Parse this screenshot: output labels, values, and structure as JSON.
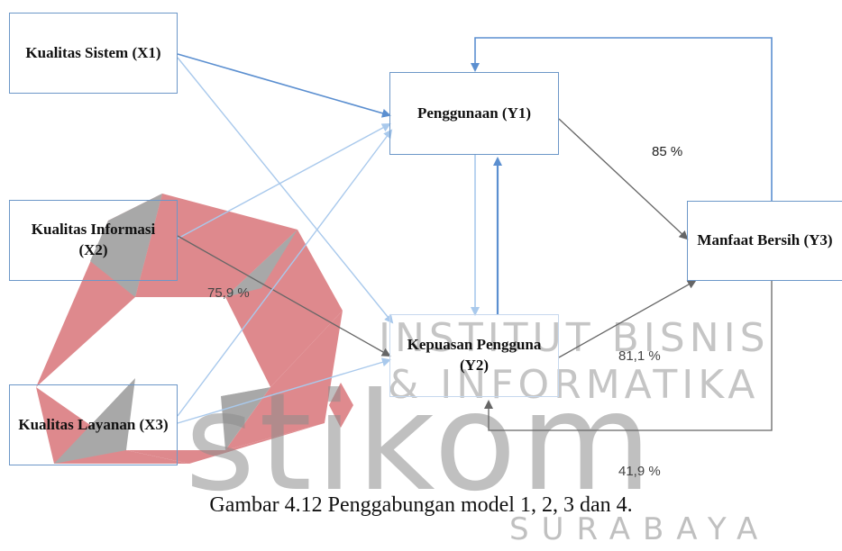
{
  "nodes": {
    "x1": {
      "label": "Kualitas Sistem (X1)"
    },
    "x2": {
      "line1": "Kualitas Informasi",
      "line2": "(X2)"
    },
    "x3": {
      "label": "Kualitas Layanan (X3)"
    },
    "y1": {
      "label": "Penggunaan (Y1)"
    },
    "y2": {
      "line1": "Kepuasan Pengguna",
      "line2": "(Y2)"
    },
    "y3": {
      "label": "Manfaat Bersih (Y3)"
    }
  },
  "percentages": {
    "y1_y3": "85 %",
    "x_y2": "75,9 %",
    "y2_y3": "81,1 %",
    "y3_y2": "41,9 %"
  },
  "caption": "Gambar 4.12 Penggabungan model 1, 2, 3 dan 4.",
  "watermark": {
    "line1": "INSTITUT BISNIS",
    "line2": "& INFORMATIKA",
    "brand": "stikom",
    "city": "SURABAYA"
  },
  "colors": {
    "box_border": "#6c97c8",
    "arrow_blue": "#5b8fd0",
    "arrow_light": "#a9c9ec",
    "arrow_gray": "#666666",
    "logo_red": "#d9757a",
    "logo_gray": "#9a9a9a"
  }
}
